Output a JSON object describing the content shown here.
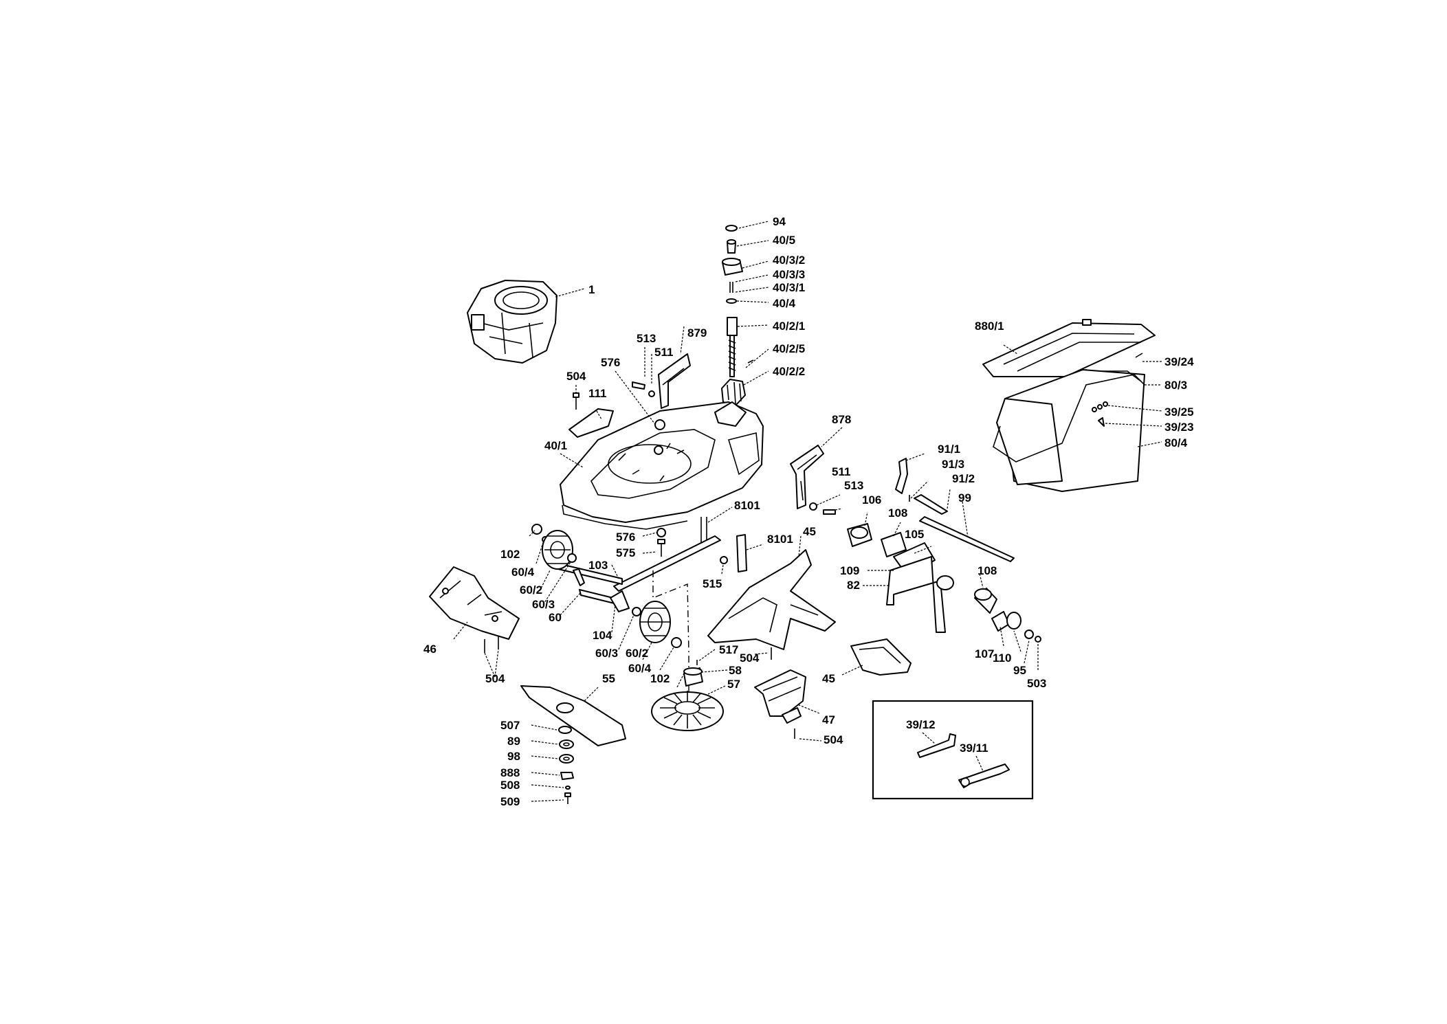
{
  "diagram": {
    "labels": [
      {
        "id": "94",
        "text": "94"
      },
      {
        "id": "40_5",
        "text": "40/5"
      },
      {
        "id": "40_3_2",
        "text": "40/3/2"
      },
      {
        "id": "40_3_3",
        "text": "40/3/3"
      },
      {
        "id": "40_3_1",
        "text": "40/3/1"
      },
      {
        "id": "40_4",
        "text": "40/4"
      },
      {
        "id": "40_2_1",
        "text": "40/2/1"
      },
      {
        "id": "40_2_5",
        "text": "40/2/5"
      },
      {
        "id": "40_2_2",
        "text": "40/2/2"
      },
      {
        "id": "1",
        "text": "1"
      },
      {
        "id": "513a",
        "text": "513"
      },
      {
        "id": "879",
        "text": "879"
      },
      {
        "id": "511a",
        "text": "511"
      },
      {
        "id": "576a",
        "text": "576"
      },
      {
        "id": "504a",
        "text": "504"
      },
      {
        "id": "111",
        "text": "111"
      },
      {
        "id": "40_1",
        "text": "40/1"
      },
      {
        "id": "880_1",
        "text": "880/1"
      },
      {
        "id": "39_24",
        "text": "39/24"
      },
      {
        "id": "80_3",
        "text": "80/3"
      },
      {
        "id": "39_25",
        "text": "39/25"
      },
      {
        "id": "39_23",
        "text": "39/23"
      },
      {
        "id": "80_4",
        "text": "80/4"
      },
      {
        "id": "878",
        "text": "878"
      },
      {
        "id": "91_1",
        "text": "91/1"
      },
      {
        "id": "91_3",
        "text": "91/3"
      },
      {
        "id": "91_2",
        "text": "91/2"
      },
      {
        "id": "511b",
        "text": "511"
      },
      {
        "id": "513b",
        "text": "513"
      },
      {
        "id": "106",
        "text": "106"
      },
      {
        "id": "99",
        "text": "99"
      },
      {
        "id": "108a",
        "text": "108"
      },
      {
        "id": "8101a",
        "text": "8101"
      },
      {
        "id": "105",
        "text": "105"
      },
      {
        "id": "576b",
        "text": "576"
      },
      {
        "id": "575",
        "text": "575"
      },
      {
        "id": "8101b",
        "text": "8101"
      },
      {
        "id": "45a",
        "text": "45"
      },
      {
        "id": "102a",
        "text": "102"
      },
      {
        "id": "60_4a",
        "text": "60/4"
      },
      {
        "id": "103",
        "text": "103"
      },
      {
        "id": "515",
        "text": "515"
      },
      {
        "id": "109",
        "text": "109"
      },
      {
        "id": "82",
        "text": "82"
      },
      {
        "id": "108b",
        "text": "108"
      },
      {
        "id": "60_2a",
        "text": "60/2"
      },
      {
        "id": "60_3a",
        "text": "60/3"
      },
      {
        "id": "60",
        "text": "60"
      },
      {
        "id": "46",
        "text": "46"
      },
      {
        "id": "104",
        "text": "104"
      },
      {
        "id": "60_3b",
        "text": "60/3"
      },
      {
        "id": "60_2b",
        "text": "60/2"
      },
      {
        "id": "60_4b",
        "text": "60/4"
      },
      {
        "id": "504b",
        "text": "504"
      },
      {
        "id": "517",
        "text": "517"
      },
      {
        "id": "504c",
        "text": "504"
      },
      {
        "id": "58",
        "text": "58"
      },
      {
        "id": "102b",
        "text": "102"
      },
      {
        "id": "57",
        "text": "57"
      },
      {
        "id": "45b",
        "text": "45"
      },
      {
        "id": "107",
        "text": "107"
      },
      {
        "id": "110",
        "text": "110"
      },
      {
        "id": "95",
        "text": "95"
      },
      {
        "id": "503",
        "text": "503"
      },
      {
        "id": "55",
        "text": "55"
      },
      {
        "id": "47",
        "text": "47"
      },
      {
        "id": "507",
        "text": "507"
      },
      {
        "id": "504d",
        "text": "504"
      },
      {
        "id": "89",
        "text": "89"
      },
      {
        "id": "98",
        "text": "98"
      },
      {
        "id": "888",
        "text": "888"
      },
      {
        "id": "508",
        "text": "508"
      },
      {
        "id": "509",
        "text": "509"
      },
      {
        "id": "39_12",
        "text": "39/12"
      },
      {
        "id": "39_11",
        "text": "39/11"
      }
    ]
  }
}
